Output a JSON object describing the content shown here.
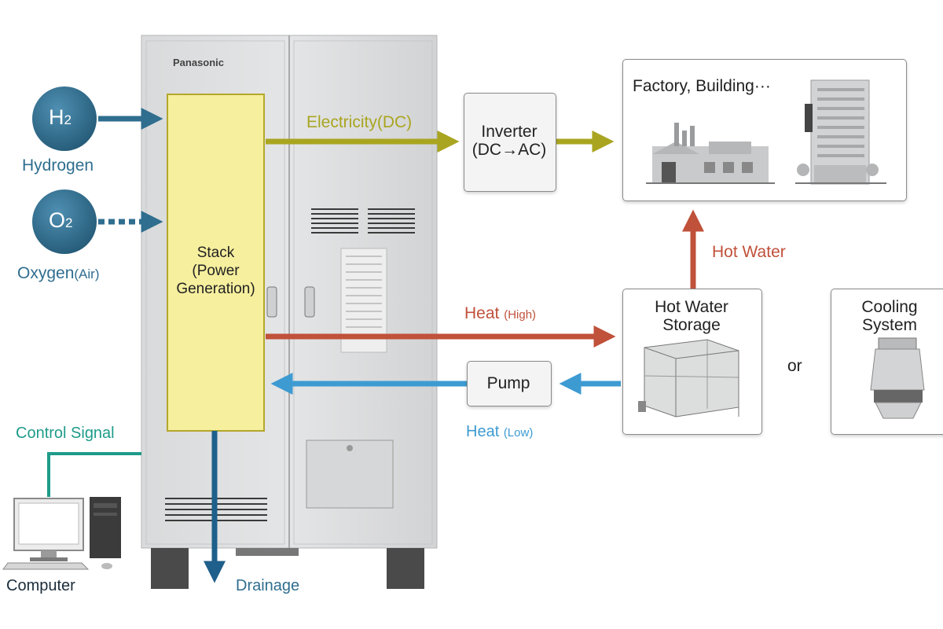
{
  "brand": "Panasonic",
  "inputs": {
    "h2_symbol": "H",
    "h2_sub": "2",
    "h2_label": "Hydrogen",
    "o2_symbol": "O",
    "o2_sub": "2",
    "o2_label": "Oxygen",
    "o2_label_suffix": "(Air)"
  },
  "stack": {
    "line1": "Stack",
    "line2": "(Power",
    "line3": "Generation)"
  },
  "flows": {
    "electricity": "Electricity(DC)",
    "heat_high": "Heat",
    "heat_high_suffix": "(High)",
    "heat_low": "Heat",
    "heat_low_suffix": "(Low)",
    "hot_water": "Hot Water",
    "control_signal": "Control Signal",
    "drainage": "Drainage"
  },
  "boxes": {
    "inverter_line1": "Inverter",
    "inverter_line2": "(DC→AC)",
    "factory": "Factory, Building···",
    "hot_water_storage_line1": "Hot Water",
    "hot_water_storage_line2": "Storage",
    "cooling_line1": "Cooling",
    "cooling_line2": "System",
    "pump": "Pump",
    "or": "or"
  },
  "devices": {
    "computer": "Computer"
  },
  "colors": {
    "hydrogen_blue": "#2f6e8f",
    "electricity": "#a9a520",
    "heat_red": "#c0513a",
    "heat_low_blue": "#3d9bd2",
    "control_teal": "#1e9b8a",
    "drain_blue": "#1f5f8b",
    "stack_yellow": "#f6ef9e"
  }
}
